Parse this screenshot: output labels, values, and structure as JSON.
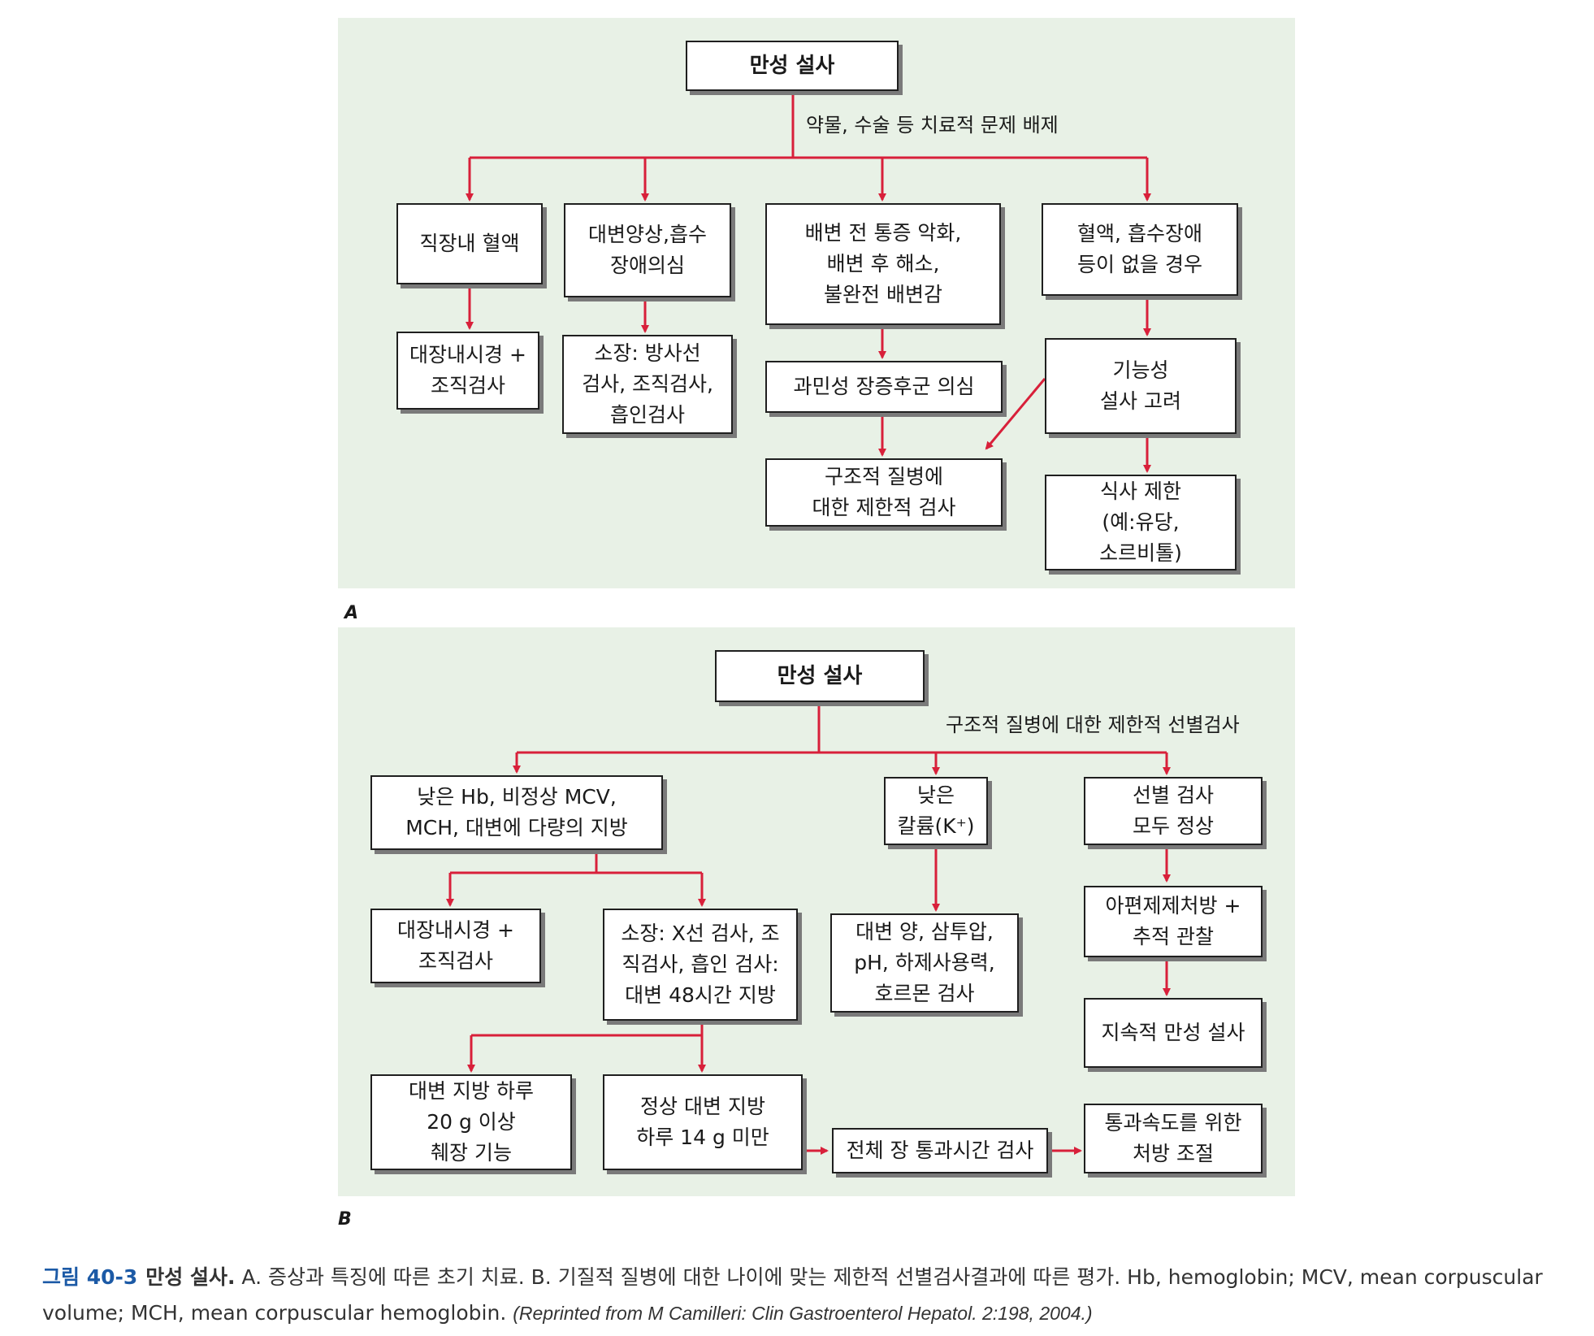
{
  "panel_a": {
    "label": "A",
    "root": "만성 설사",
    "root_note": "약물, 수술 등 치료적 문제 배제",
    "branch1": "직장내 혈액",
    "branch1_result": "대장내시경 +\n조직검사",
    "branch2": "대변양상,흡수\n장애의심",
    "branch2_result": "소장: 방사선\n검사, 조직검사,\n흡인검사",
    "branch3": "배변 전 통증 악화,\n배변 후 해소,\n불완전 배변감",
    "branch3_result": "과민성 장증후군 의심",
    "branch3_final": "구조적 질병에\n대한 제한적 검사",
    "branch4": "혈액, 흡수장애\n등이 없을 경우",
    "branch4_result": "기능성\n설사 고려",
    "branch4_final": "식사 제한\n(예:유당,\n소르비톨)"
  },
  "panel_b": {
    "label": "B",
    "root": "만성 설사",
    "root_note": "구조적 질병에 대한 제한적 선별검사",
    "branch1": "낮은 Hb, 비정상 MCV,\nMCH, 대변에 다량의 지방",
    "branch1_a": "대장내시경 +\n조직검사",
    "branch1_b": "소장: X선 검사, 조\n직검사, 흡인 검사:\n대변 48시간 지방",
    "branch1_b1": "대변 지방 하루\n20 g 이상\n췌장 기능",
    "branch1_b2": "정상 대변 지방\n하루 14 g 미만",
    "transit_test": "전체 장 통과시간 검사",
    "transit_adjust": "통과속도를 위한\n처방 조절",
    "branch2": "낮은\n칼륨(K⁺)",
    "branch2_result": "대변 양, 삼투압,\npH, 하제사용력,\n호르몬 검사",
    "branch3": "선별 검사\n모두 정상",
    "branch3_result": "아편제제처방 +\n추적 관찰",
    "branch3_final": "지속적 만성 설사"
  },
  "caption": {
    "figure_number": "그림 40-3",
    "title": "만성 설사.",
    "body": "A. 증상과 특징에 따른 초기 치료. B. 기질적 질병에 대한 나이에 맞는 제한적 선별검사결과에 따른 평가. Hb, hemoglobin; MCV, mean corpuscular volume; MCH, mean corpuscular hemoglobin.",
    "reference": "(Reprinted from M Camilleri: Clin Gastroenterol Hepatol. 2:198, 2004.)"
  },
  "colors": {
    "panel_background": "#e8f1e6",
    "connector": "#d8203a",
    "box_border": "#1f1f1f",
    "caption_figure_number": "#1c5aa6"
  }
}
